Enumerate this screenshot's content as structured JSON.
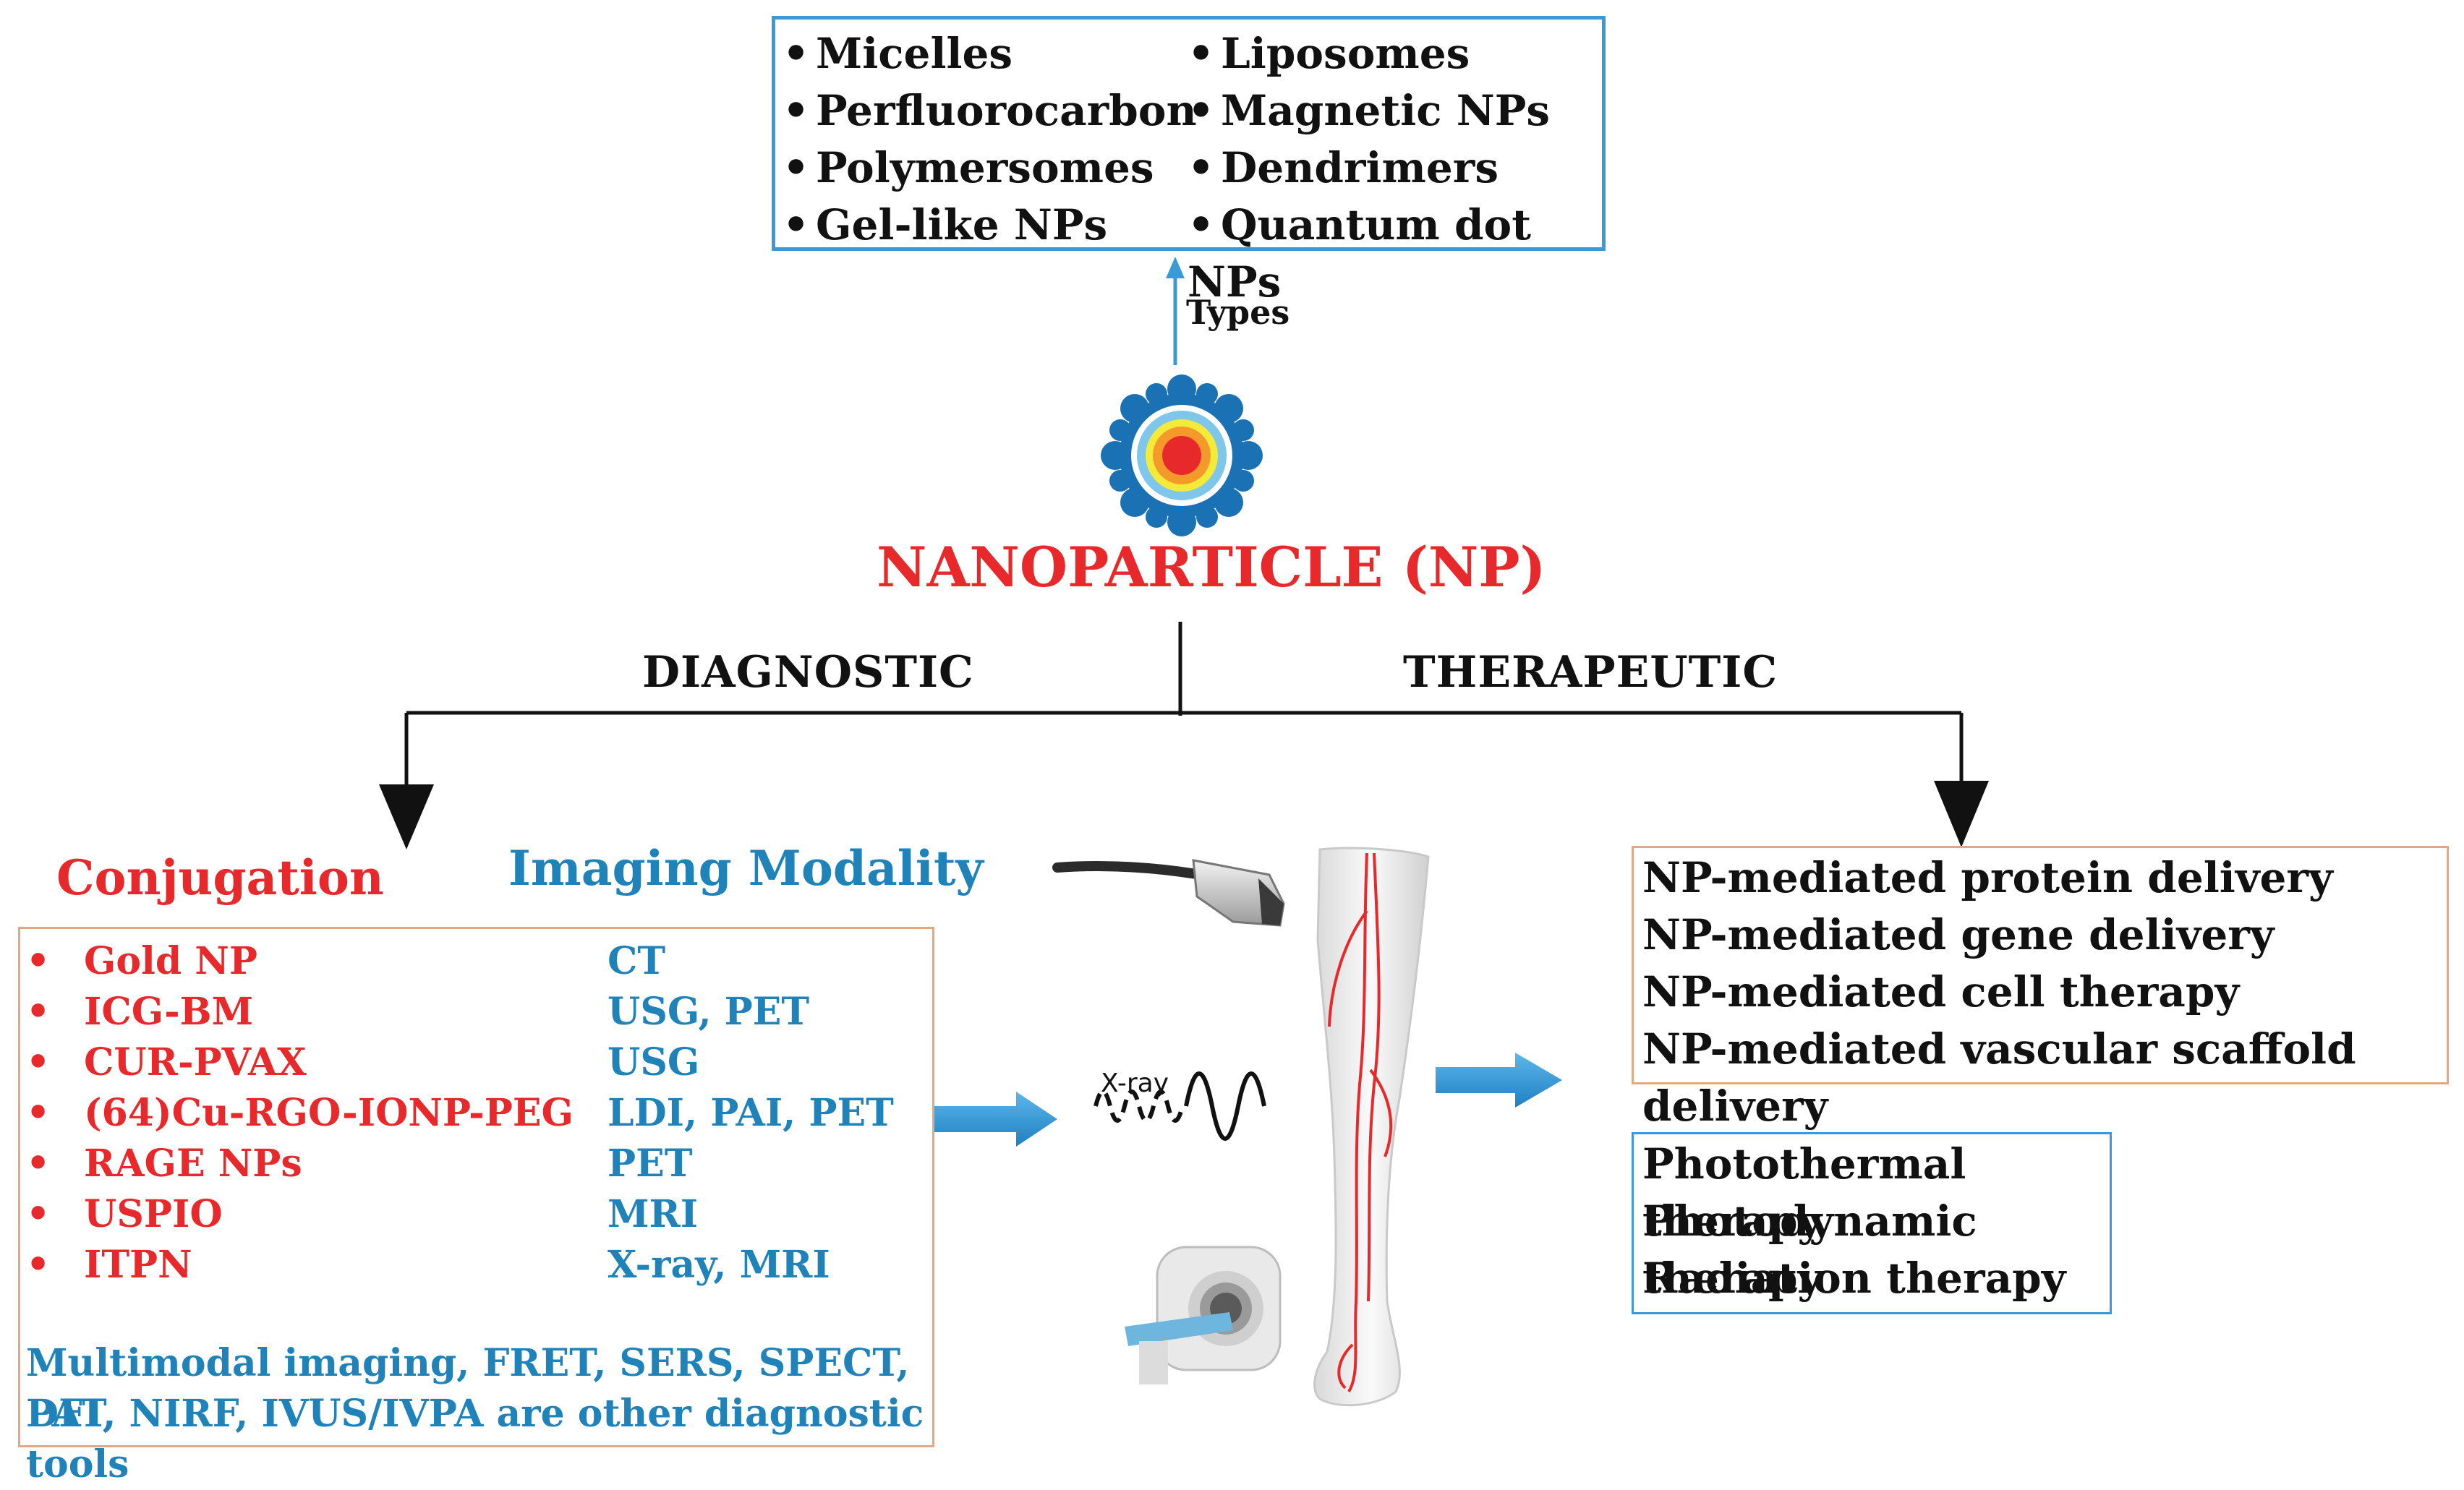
{
  "types_box": {
    "left": [
      "Micelles",
      "Perfluorocarbon",
      "Polymersomes",
      "Gel-like NPs"
    ],
    "right": [
      "Liposomes",
      "Magnetic NPs",
      "Dendrimers",
      "Quantum dot NPs"
    ]
  },
  "types_label": "Types",
  "title": "NANOPARTICLE (NP)",
  "branches": {
    "left": "DIAGNOSTIC",
    "right": "THERAPEUTIC"
  },
  "diagnostic": {
    "conjugation_heading": "Conjugation",
    "modality_heading": "Imaging Modality",
    "bullet": "•",
    "rows": [
      {
        "conjugate": "Gold NP",
        "modality": "CT"
      },
      {
        "conjugate": "ICG-BM",
        "modality": "USG, PET"
      },
      {
        "conjugate": "CUR-PVAX",
        "modality": "USG"
      },
      {
        "conjugate": "(64)Cu-RGO-IONP-PEG",
        "modality": "LDI, PAI, PET"
      },
      {
        "conjugate": "RAGE NPs",
        "modality": "PET"
      },
      {
        "conjugate": "USPIO",
        "modality": "MRI"
      },
      {
        "conjugate": "ITPN",
        "modality": "X-ray, MRI"
      }
    ],
    "note_lines": [
      "Multimodal imaging, FRET, SERS, SPECT, PAT,",
      "DFI, NIRF, IVUS/IVPA are other diagnostic tools"
    ]
  },
  "xray_label": "X-ray",
  "therapeutic": {
    "delivery": [
      "NP-mediated protein delivery",
      "NP-mediated gene delivery",
      "NP-mediated cell therapy",
      "NP-mediated vascular scaffold delivery"
    ],
    "therapies": [
      "Photothermal therapy",
      "Photodynamic therapy",
      "Radiation therapy"
    ]
  },
  "colors": {
    "red": "#e8292b",
    "blue": "#1f82b8",
    "box_blue": "#3b9ad6",
    "box_orange": "#e3a882",
    "arrow_blue": "#2a8fd0"
  }
}
